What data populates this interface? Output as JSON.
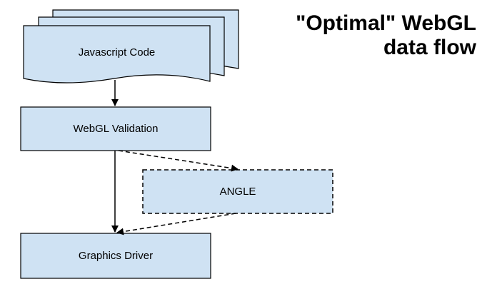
{
  "title": {
    "line1": "\"Optimal\" WebGL",
    "line2": "data flow"
  },
  "nodes": {
    "javascript_code": "Javascript Code",
    "webgl_validation": "WebGL Validation",
    "angle": "ANGLE",
    "graphics_driver": "Graphics Driver"
  },
  "colors": {
    "box_fill": "#cfe2f3",
    "stroke": "#000000",
    "background": "#ffffff"
  }
}
